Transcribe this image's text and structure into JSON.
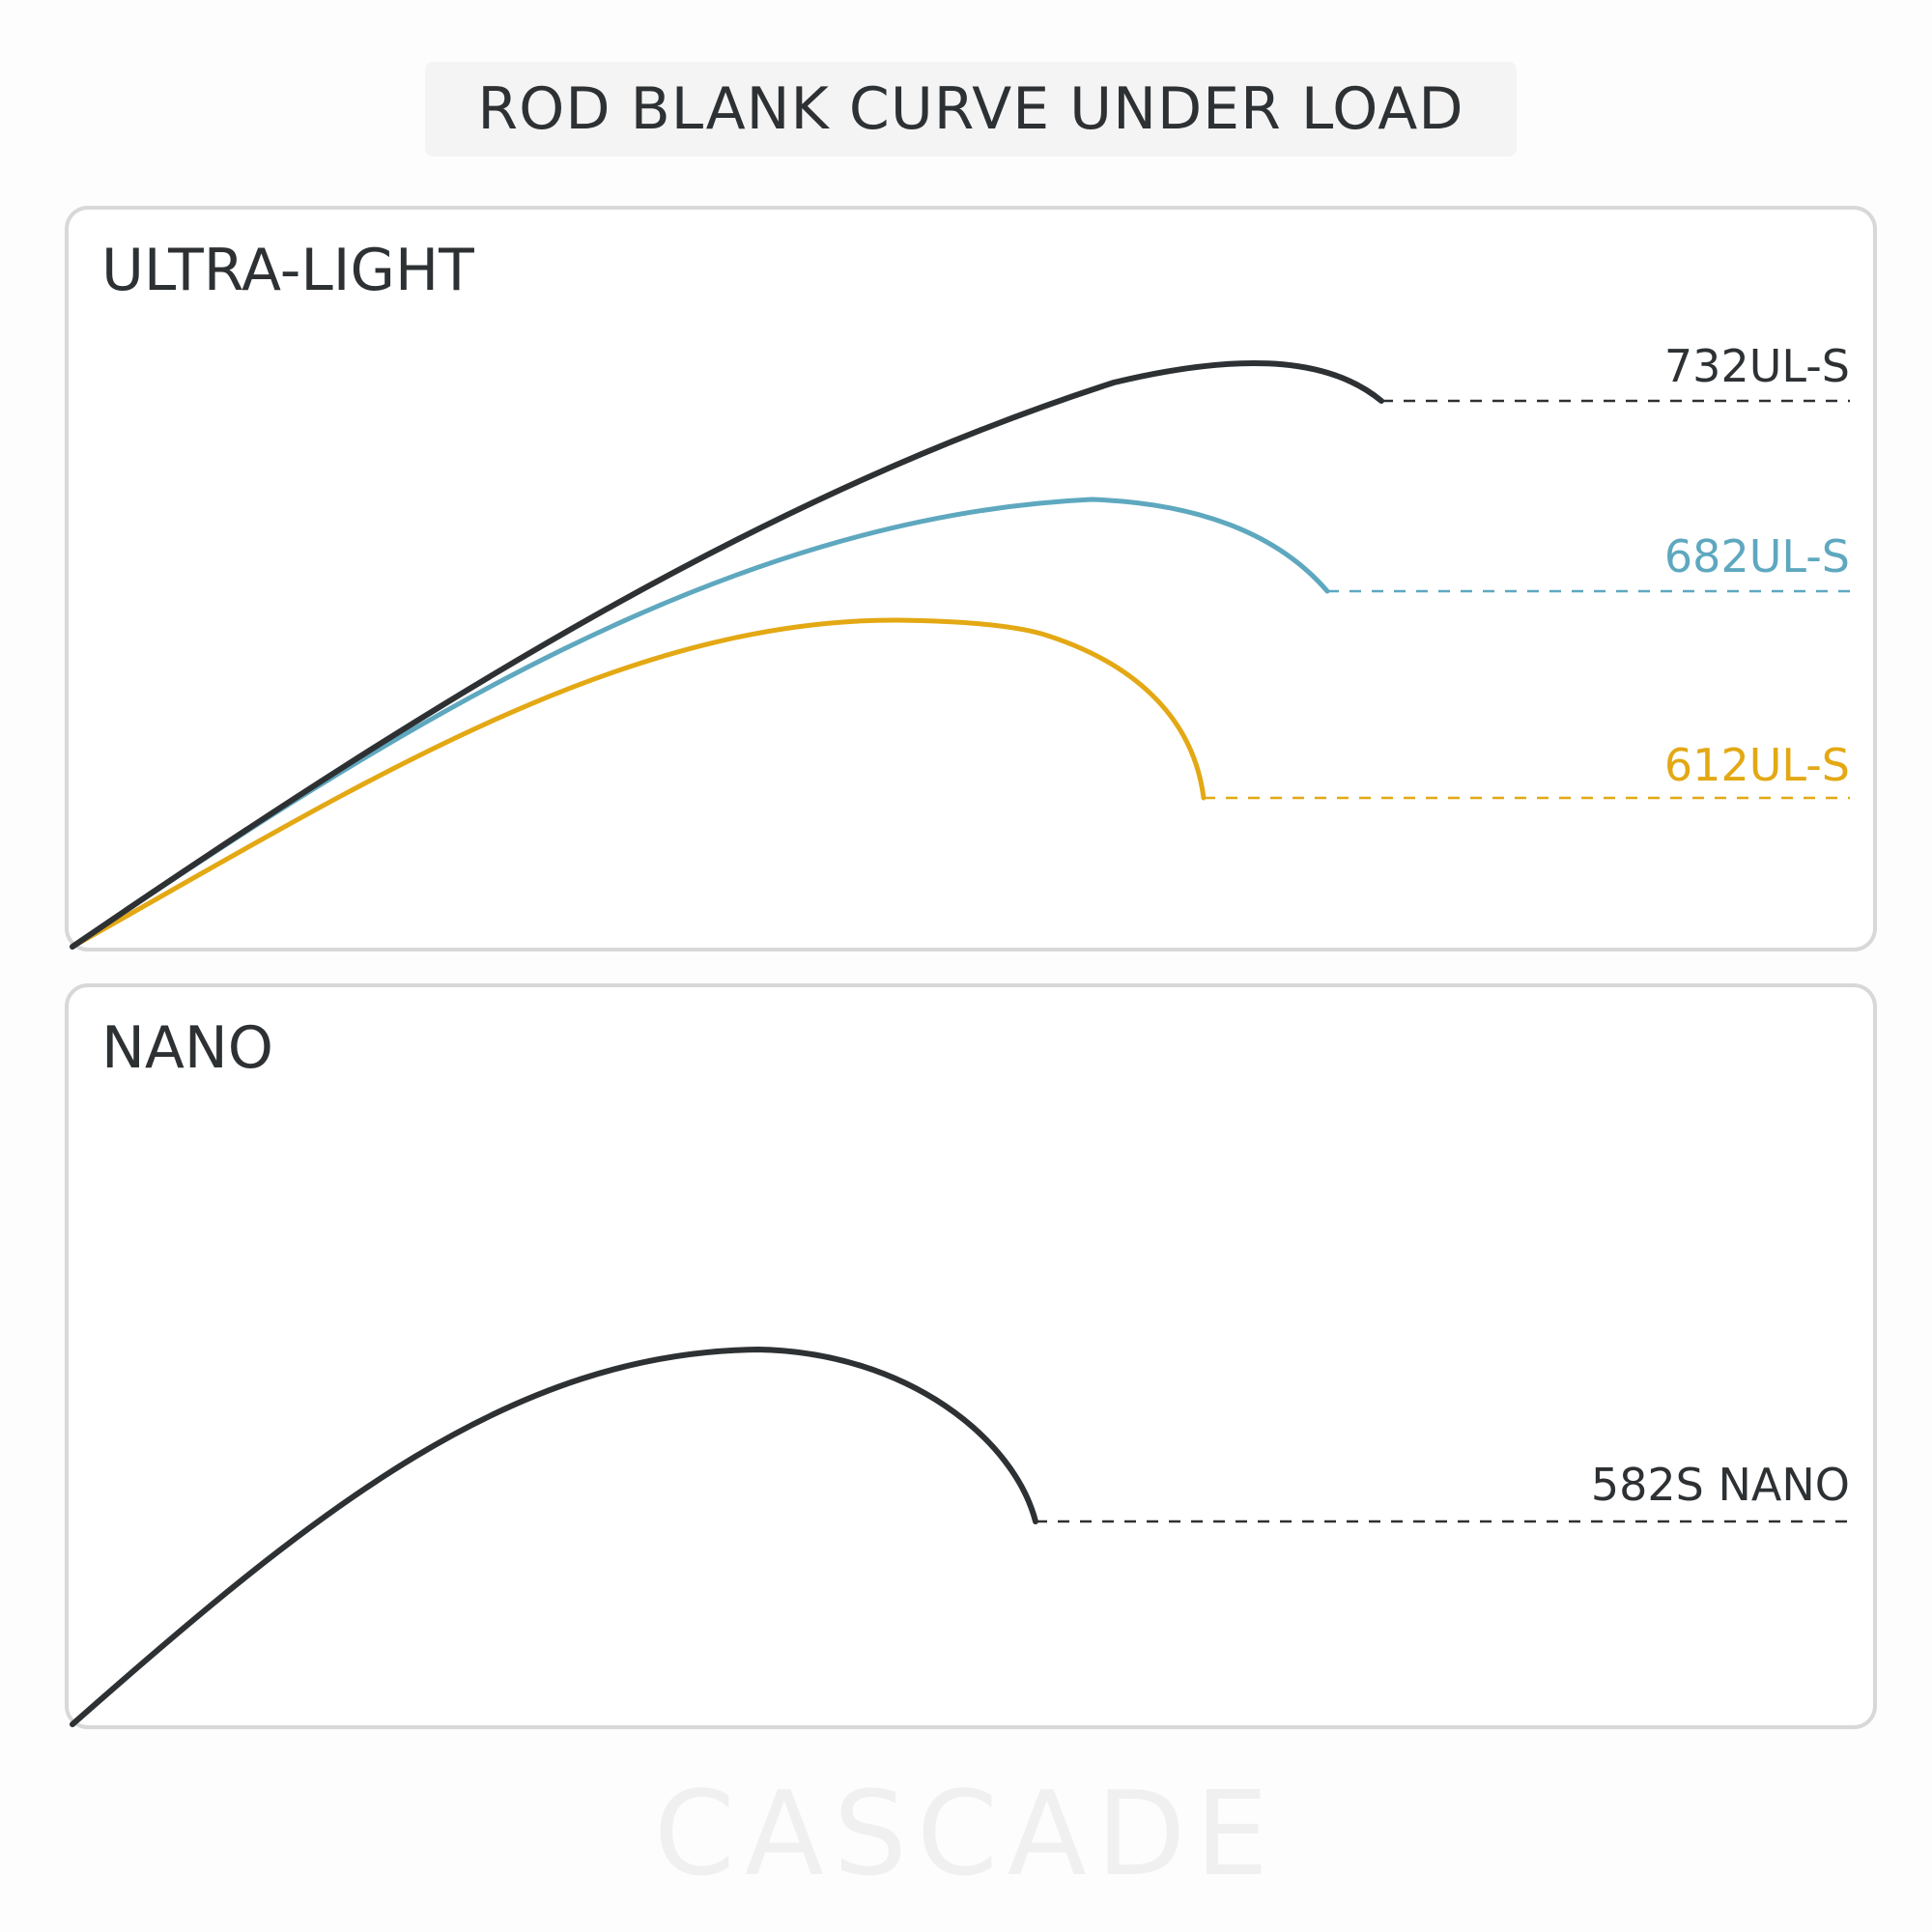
{
  "title": "ROD BLANK CURVE UNDER LOAD",
  "brand": "CASCADE",
  "colors": {
    "dark": "#2e3133",
    "blue": "#5ea8bf",
    "gold": "#e3a813"
  },
  "panels": [
    {
      "label": "ULTRA-LIGHT",
      "rods": [
        {
          "name": "732UL-S",
          "color": "#2e3133"
        },
        {
          "name": "682UL-S",
          "color": "#5ea8bf"
        },
        {
          "name": "612UL-S",
          "color": "#e3a813"
        }
      ]
    },
    {
      "label": "NANO",
      "rods": [
        {
          "name": "582S NANO",
          "color": "#2e3133"
        }
      ]
    }
  ]
}
